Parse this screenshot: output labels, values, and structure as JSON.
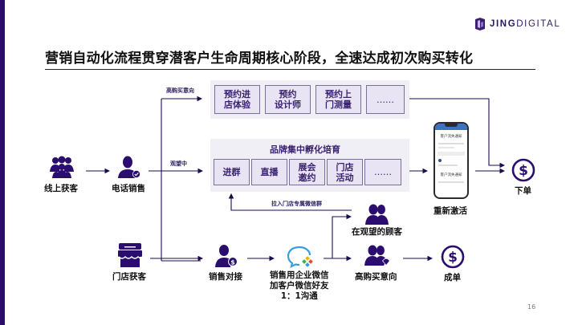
{
  "brand": {
    "logo_bold": "JING",
    "logo_rest": "DIGITAL",
    "accent": "#2a0d6e"
  },
  "title": "营销自动化流程贯穿潜客户生命周期核心阶段，全速达成初次购买转化",
  "branches": {
    "high_intent": "高购买意向",
    "watching": "观望中",
    "pull_into_group": "拉入门店专属微信群"
  },
  "top_boxes": [
    "预约进\n店体验",
    "预约\n设计师",
    "预约上\n门测量",
    "……"
  ],
  "incubation": {
    "title": "品牌集中孵化培育",
    "boxes": [
      "进群",
      "直播",
      "展会\n邀约",
      "门店\n活动",
      "……"
    ]
  },
  "nodes": {
    "online_acquisition": "线上获客",
    "phone_sales": "电话销售",
    "store_acquisition": "门店获客",
    "sales_contact": "销售对接",
    "wecom_add": "销售用企业微信\n加客户微信好友\n1：1沟通",
    "watching_customers": "在观望的顾客",
    "high_intent_customers": "高购买意向",
    "reactivate": "重新激活",
    "order": "下单",
    "deal": "成单"
  },
  "phone_screen": {
    "heading": "客户流失通知"
  },
  "page_number": "16"
}
